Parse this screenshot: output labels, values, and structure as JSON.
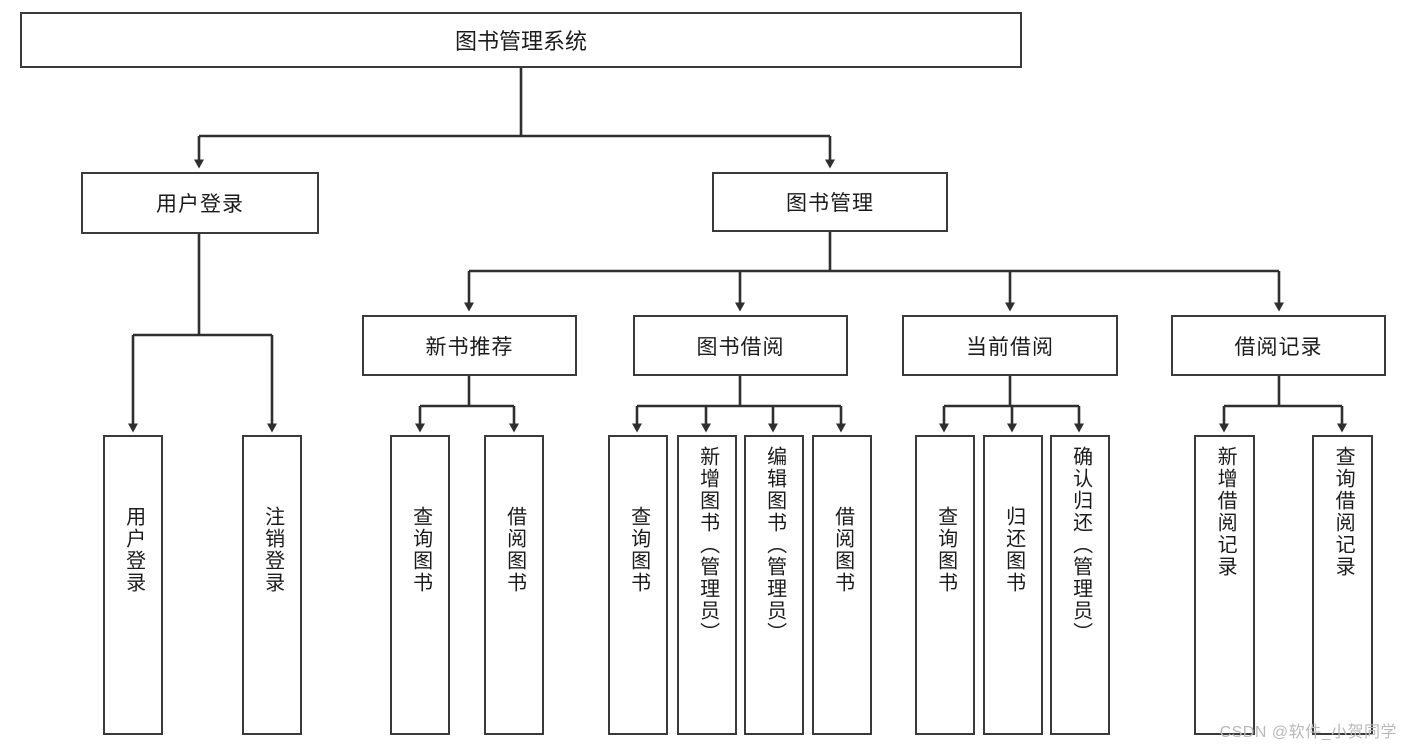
{
  "diagram": {
    "type": "tree-hierarchy",
    "title": "图书管理系统",
    "root": {
      "label": "图书管理系统"
    },
    "level1": [
      {
        "label": "用户登录"
      },
      {
        "label": "图书管理"
      }
    ],
    "level2": [
      {
        "label": "新书推荐"
      },
      {
        "label": "图书借阅"
      },
      {
        "label": "当前借阅"
      },
      {
        "label": "借阅记录"
      }
    ],
    "leaves": {
      "user_login": [
        {
          "label": "用户登录"
        },
        {
          "label": "注销登录"
        }
      ],
      "new_book_recommend": [
        {
          "label": "查询图书"
        },
        {
          "label": "借阅图书"
        }
      ],
      "book_borrow": [
        {
          "label": "查询图书"
        },
        {
          "label": "新增图书（管理员）"
        },
        {
          "label": "编辑图书（管理员）"
        },
        {
          "label": "借阅图书"
        }
      ],
      "current_borrow": [
        {
          "label": "查询图书"
        },
        {
          "label": "归还图书"
        },
        {
          "label": "确认归还（管理员）"
        }
      ],
      "borrow_record": [
        {
          "label": "新增借阅记录"
        },
        {
          "label": "查询借阅记录"
        }
      ]
    }
  },
  "watermark": {
    "text": "CSDN @软件_小贺同学"
  },
  "colors": {
    "box_border": "#3a3a3a",
    "background": "#ffffff",
    "text": "#1b1b1b",
    "connector": "#2f2f2f",
    "watermark": "#b9b9b9"
  }
}
